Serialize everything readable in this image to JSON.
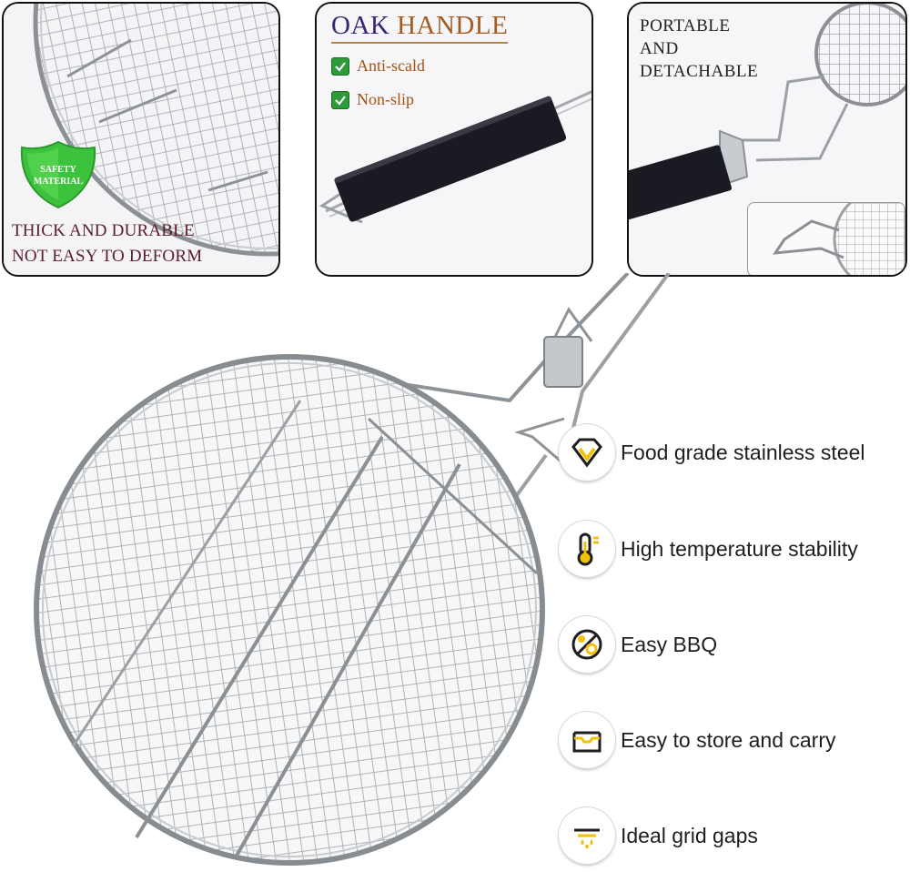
{
  "panels": {
    "durable": {
      "badge_line1": "SAFETY",
      "badge_line2": "MATERIAL",
      "caption_line1": "THICK AND DURABLE",
      "caption_line2": "NOT EASY TO DEFORM"
    },
    "handle": {
      "title_part1": "OAK",
      "title_part2": "HANDLE",
      "features": [
        "Anti-scald",
        "Non-slip"
      ]
    },
    "portable": {
      "title_line1": "PORTABLE",
      "title_line2": "AND",
      "title_line3": "DETACHABLE"
    }
  },
  "features": [
    {
      "icon": "diamond-icon",
      "label": "Food grade stainless steel"
    },
    {
      "icon": "thermometer-icon",
      "label": "High temperature stability"
    },
    {
      "icon": "bbq-food-icon",
      "label": "Easy BBQ"
    },
    {
      "icon": "storage-box-icon",
      "label": "Easy to store and carry"
    },
    {
      "icon": "grid-gap-icon",
      "label": "Ideal grid gaps"
    }
  ],
  "colors": {
    "icon_accent": "#f2c20a",
    "badge_green": "#3cc23c",
    "check_green": "#2e9a3a",
    "handle_wood": "#1a1a22"
  }
}
